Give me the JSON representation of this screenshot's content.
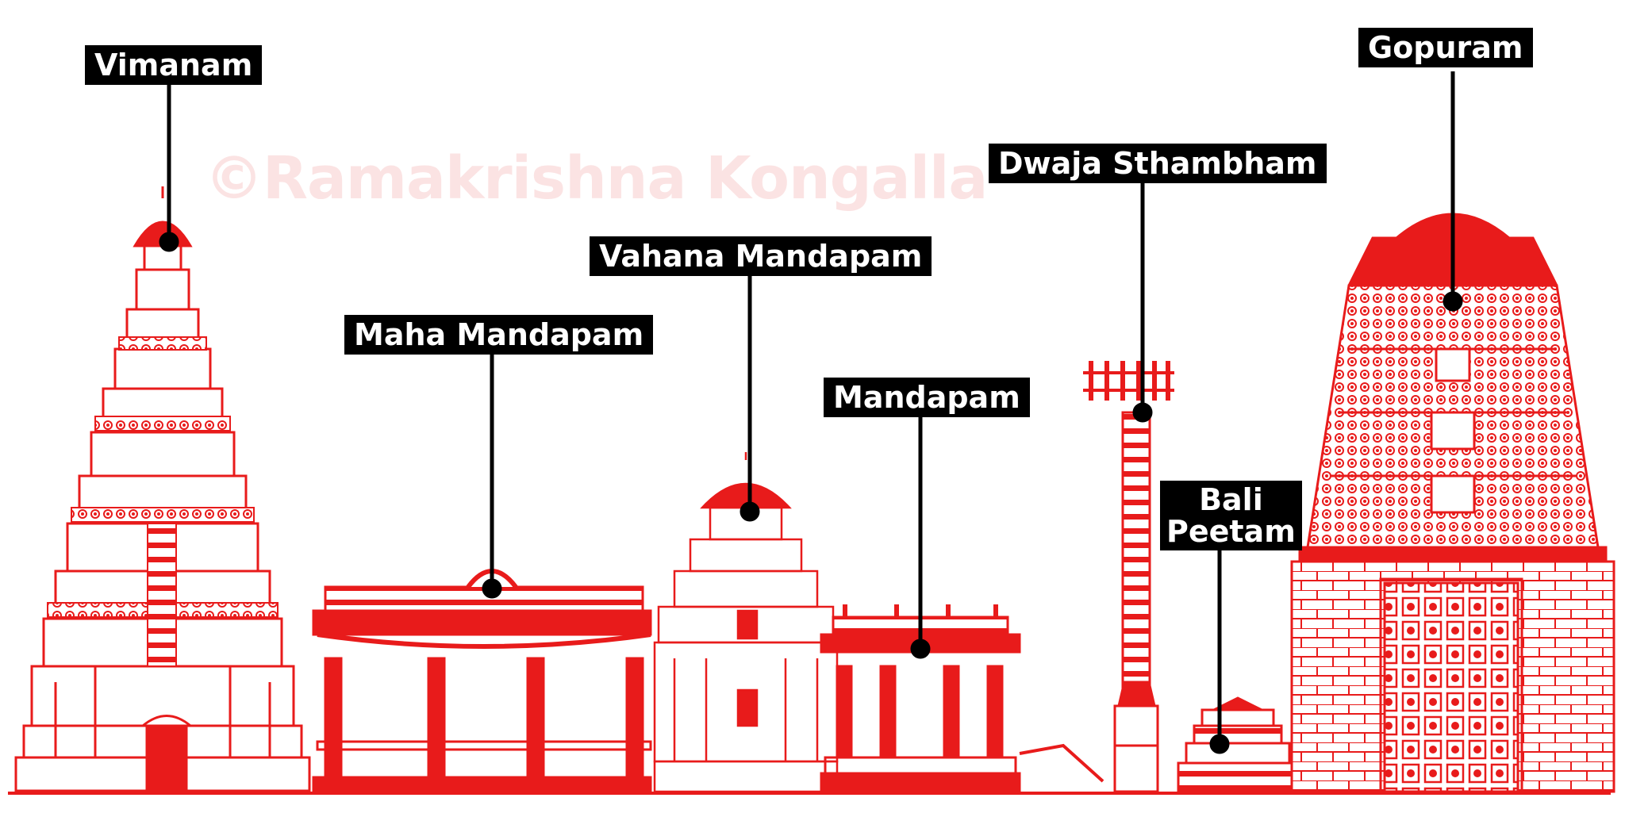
{
  "watermark": "©Ramakrishna Kongalla",
  "labels": {
    "vimanam": "Vimanam",
    "maha_mandapam": "Maha Mandapam",
    "vahana_mandapam": "Vahana Mandapam",
    "mandapam": "Mandapam",
    "dwaja_sthambham": "Dwaja Sthambham",
    "bali_peetam_line1": "Bali",
    "bali_peetam_line2": "Peetam",
    "gopuram": "Gopuram"
  },
  "colors": {
    "drawing": "#e81b1b",
    "label_bg": "#000000",
    "label_text": "#ffffff",
    "watermark": "#fbe3e3"
  }
}
